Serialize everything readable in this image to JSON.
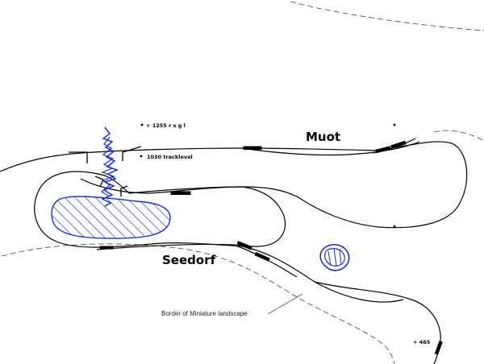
{
  "stations": {
    "muot": "Muot",
    "seedorf": "Seedorf"
  },
  "elevations": {
    "peak": "+ 1255 r s g l",
    "track": "1030 tracklevel",
    "low": "465"
  },
  "annotations": {
    "border_label": "Border of Miniature landscape"
  },
  "colors": {
    "track": "#000000",
    "water": "#1a2fd0",
    "border": "#555555"
  }
}
